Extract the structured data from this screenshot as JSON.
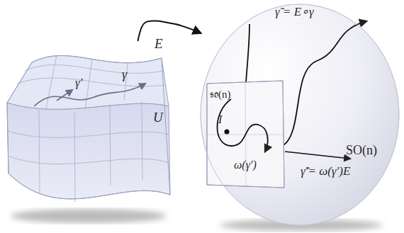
{
  "diagram": {
    "nodes": [
      {
        "text": [
          "U",
          "γ",
          "γ′"
        ]
      },
      {
        "text": [
          "SO(n)",
          "γ̃ = E∘γ",
          "γ̃′= ω(γ′)E"
        ]
      },
      {
        "text": [
          "𝔰𝔬(n)",
          "I",
          "ω(γ′)"
        ],
        "in": 1
      }
    ],
    "edges": [
      {
        "from": 0,
        "to": 1,
        "arrow": "to",
        "label": "E"
      }
    ]
  }
}
